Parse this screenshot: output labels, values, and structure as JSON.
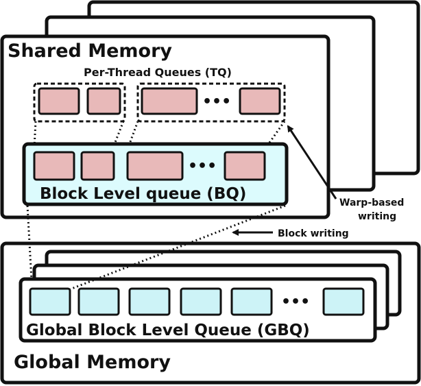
{
  "labels": {
    "shared_memory": "Shared Memory",
    "per_thread_queues": "Per-Thread Queues (TQ)",
    "block_level_queue": "Block Level queue (BQ)",
    "warp_based_line1": "Warp-based",
    "warp_based_line2": "writing",
    "block_writing": "Block writing",
    "global_block_level_queue": "Global Block Level Queue (GBQ)",
    "global_memory": "Global Memory"
  },
  "colors": {
    "thread_queue_fill": "#e8b9b9",
    "block_queue_fill": "#dcfbfd",
    "global_queue_fill": "#cdf3f7",
    "stroke": "#111111",
    "background": "#ffffff"
  },
  "ellipsis_glyph": "•••"
}
